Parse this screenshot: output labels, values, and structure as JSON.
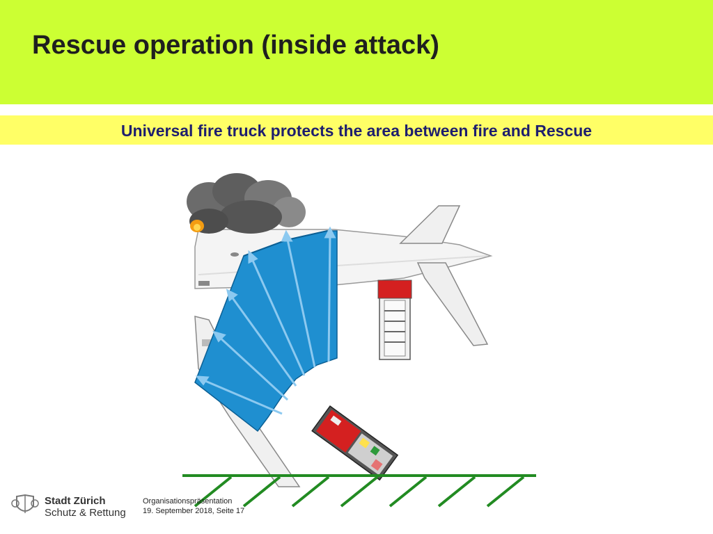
{
  "slide": {
    "title": "Rescue operation (inside attack)",
    "subtitle": "Universal fire truck protects the area between fire and Rescue"
  },
  "footer": {
    "presentation": "Organisationspräsentation",
    "date_page": "19. September 2018, Seite 17"
  },
  "logo": {
    "line1": "Stadt Zürich",
    "line2": "Schutz & Rettung"
  },
  "colors": {
    "header_bg": "#ccff33",
    "subtitle_bg": "#ffff66",
    "title_text": "#1f1f1f",
    "subtitle_text": "#1e1e6e",
    "water_curtain": "#1f8fd0",
    "ground_line": "#228b22",
    "truck_red": "#d42020"
  }
}
